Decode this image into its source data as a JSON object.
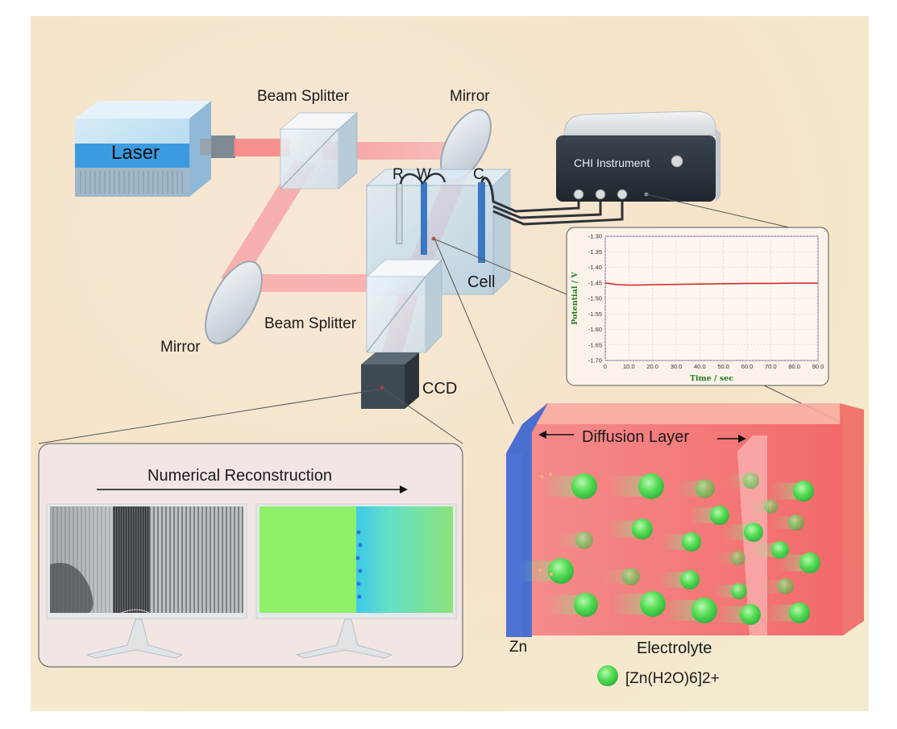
{
  "labels": {
    "laser": "Laser",
    "beam_splitter_top": "Beam Splitter",
    "mirror_top": "Mirror",
    "instrument": "CHI Instrument",
    "electrode_r": "R",
    "electrode_w": "W",
    "electrode_c": "C",
    "cell": "Cell",
    "beam_splitter_bottom": "Beam Splitter",
    "mirror_bottom": "Mirror",
    "ccd": "CCD",
    "numerical_reconstruction": "Numerical Reconstruction",
    "diffusion_layer": "Diffusion Layer",
    "zn": "Zn",
    "electrolyte": "Electrolyte",
    "ion_legend": "[Zn(H2O)6]2+"
  },
  "chart_data": {
    "type": "line",
    "xlabel": "Time / sec",
    "ylabel": "Potential / V",
    "xlim": [
      0,
      90
    ],
    "ylim": [
      -1.7,
      -1.3
    ],
    "x_ticks": [
      "0",
      "10.0",
      "20.0",
      "30.0",
      "40.0",
      "50.0",
      "60.0",
      "70.0",
      "80.0",
      "90.0"
    ],
    "y_ticks": [
      "-1.30",
      "-1.35",
      "-1.40",
      "-1.45",
      "-1.50",
      "-1.55",
      "-1.60",
      "-1.65",
      "-1.70"
    ],
    "grid": true,
    "series": [
      {
        "color": "#d42020",
        "x": [
          0,
          5,
          10,
          15,
          20,
          30,
          40,
          50,
          60,
          70,
          80,
          90
        ],
        "y": [
          -1.45,
          -1.456,
          -1.457,
          -1.457,
          -1.456,
          -1.455,
          -1.454,
          -1.453,
          -1.452,
          -1.452,
          -1.451,
          -1.451
        ]
      }
    ]
  },
  "colors": {
    "laser_beam": "#f7a6a6",
    "electrolyte": "#f26b6b",
    "ion": "#4ce04c",
    "zn_electrode": "#4a6fd0"
  }
}
